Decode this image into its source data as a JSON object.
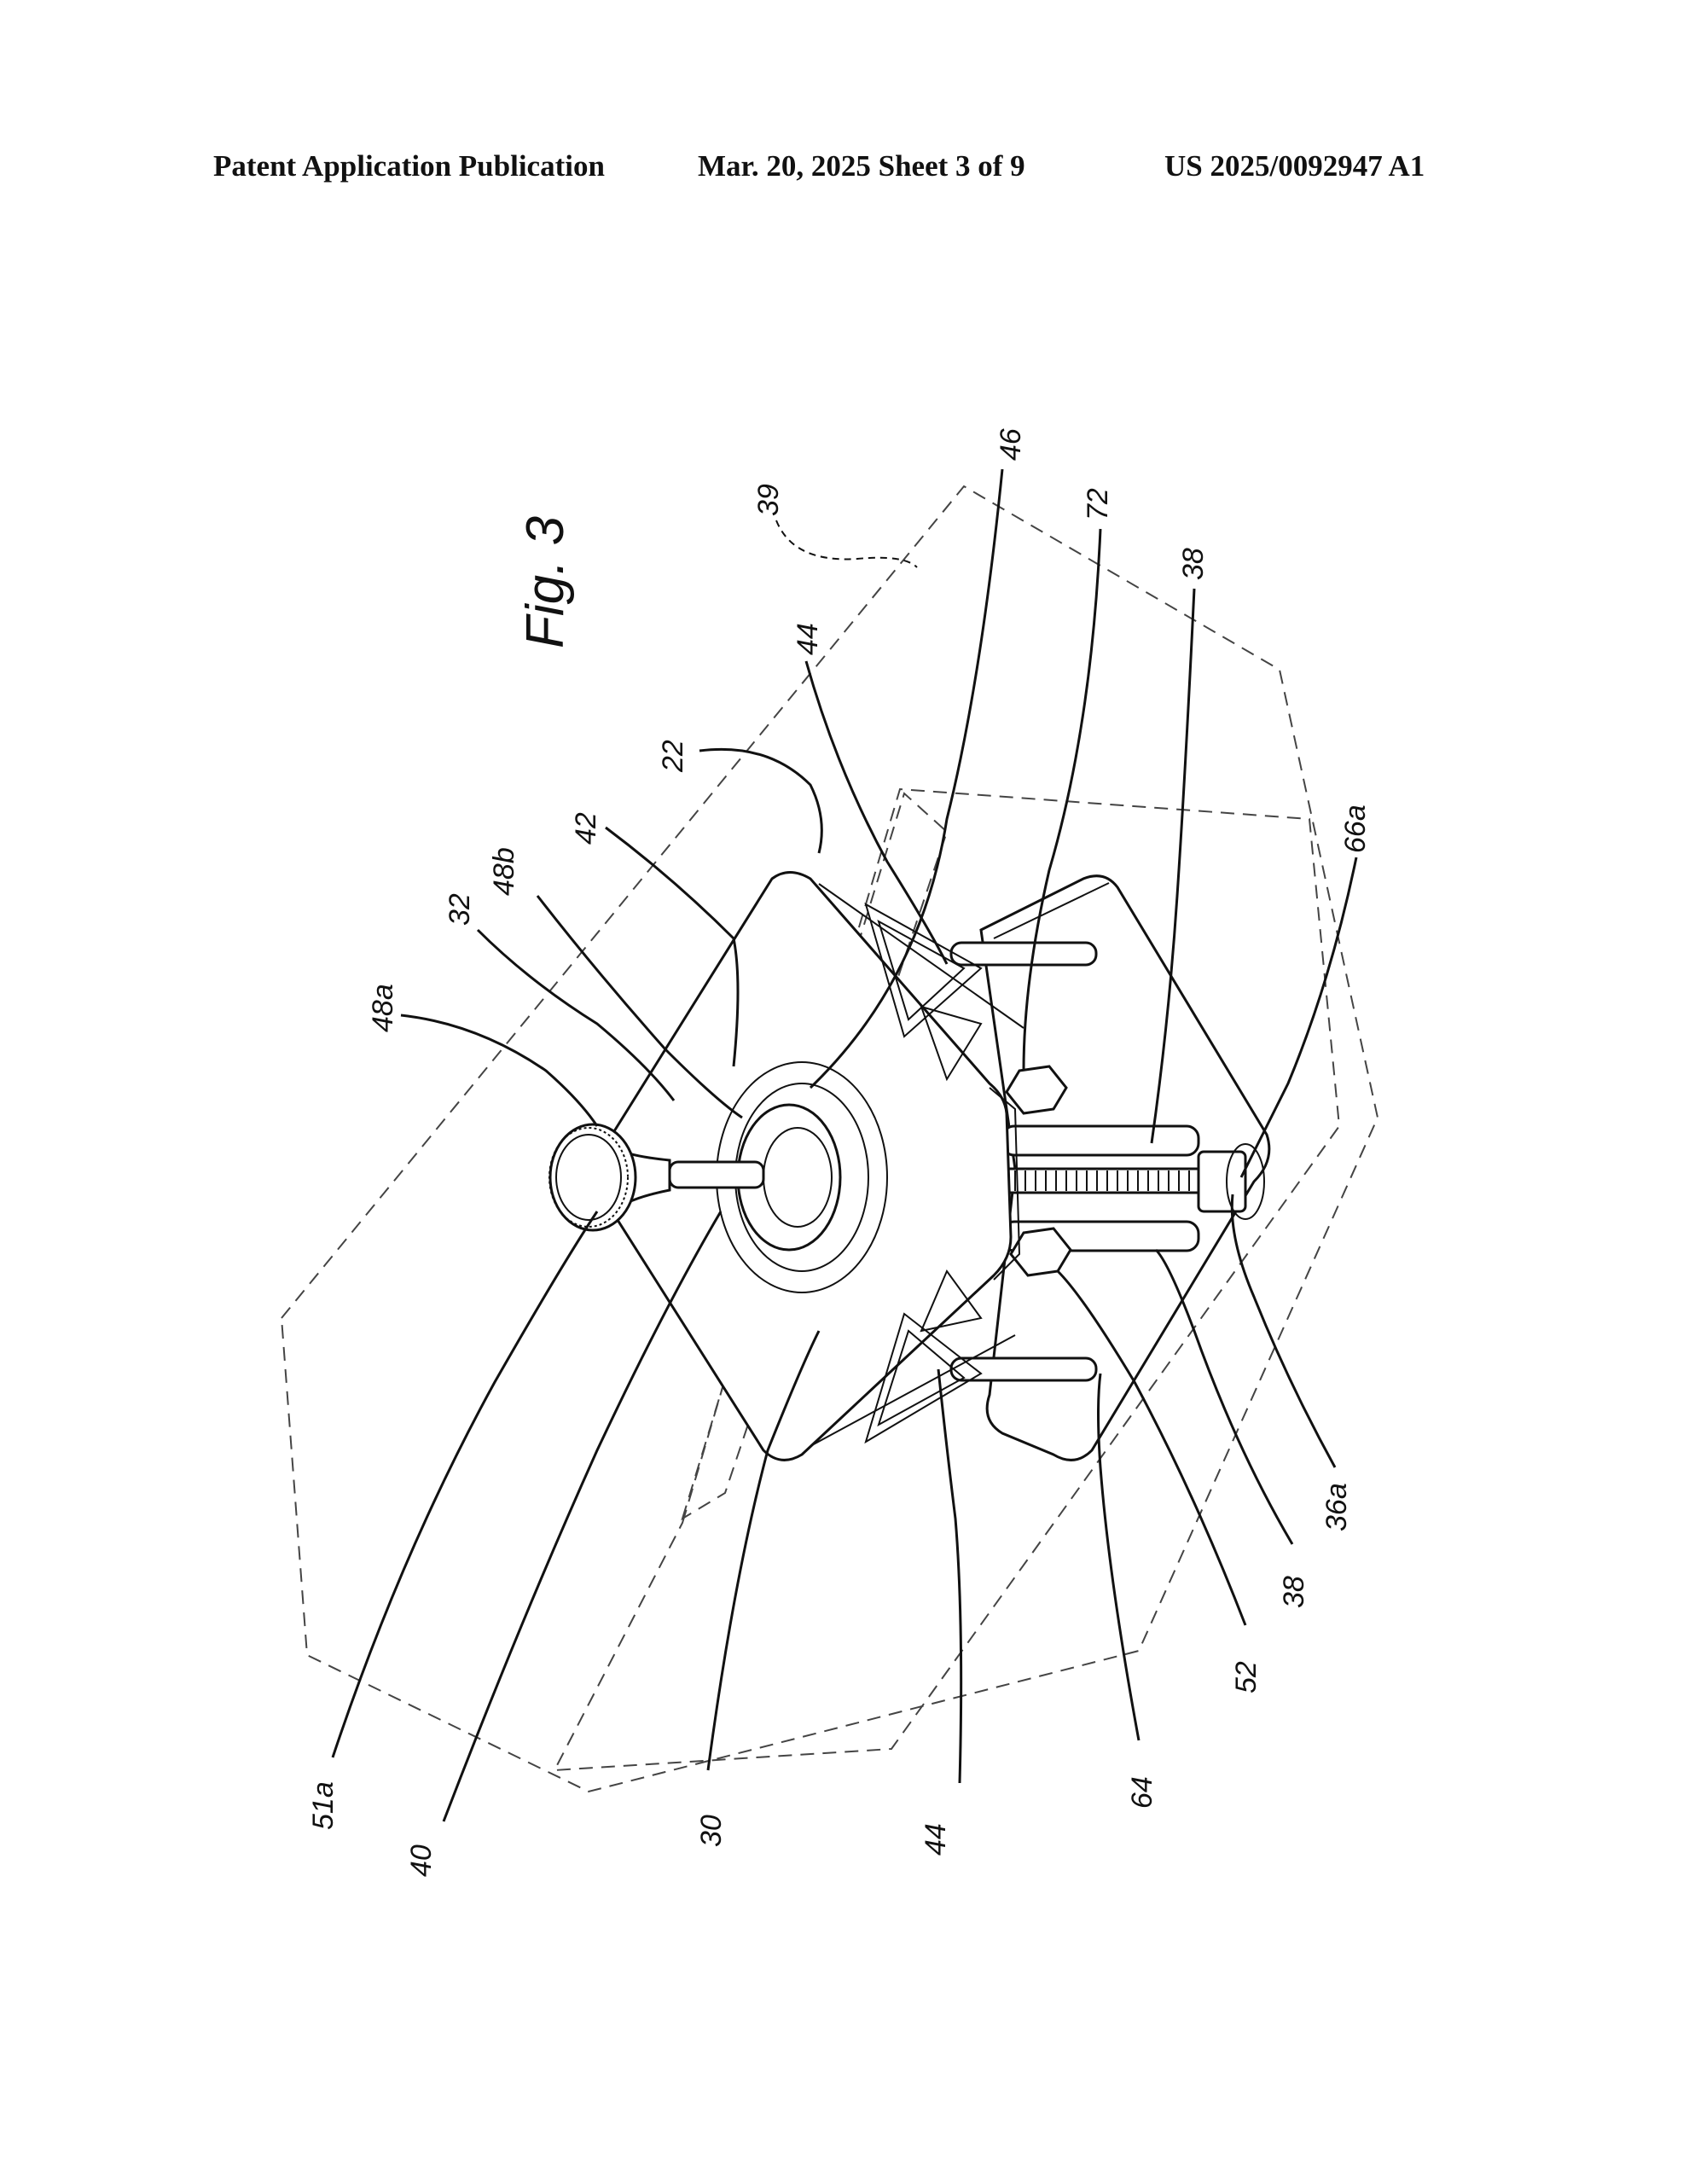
{
  "header": {
    "left": "Patent Application Publication",
    "middle": "Mar. 20, 2025  Sheet 3 of 9",
    "right": "US 2025/0092947 A1"
  },
  "figure": {
    "title": "Fig. 3",
    "labels": {
      "l39": "39",
      "l46": "46",
      "l72": "72",
      "l38_top": "38",
      "l44_top": "44",
      "l22": "22",
      "l42": "42",
      "l48b": "48b",
      "l32": "32",
      "l48a": "48a",
      "l66a": "66a",
      "l36a": "36a",
      "l38_bottom": "38",
      "l52": "52",
      "l64": "64",
      "l44_bottom": "44",
      "l30": "30",
      "l40": "40",
      "l51a": "51a"
    }
  }
}
